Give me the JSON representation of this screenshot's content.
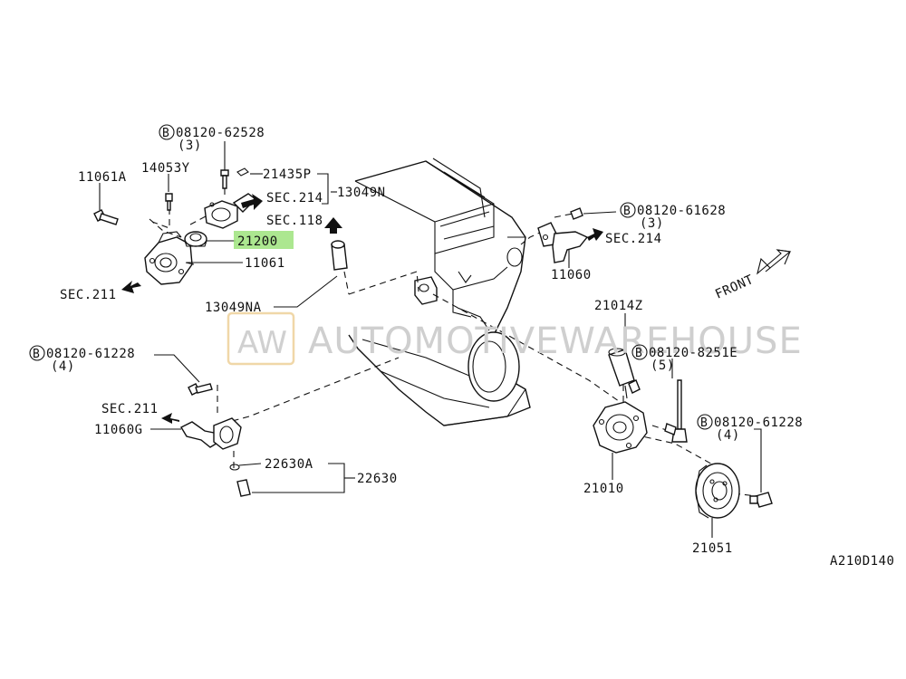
{
  "diagram_id": "A210D140",
  "front_label": "FRONT",
  "watermark": {
    "logo": "AW",
    "text": "AUTOMOTIVEWAREHOUSE"
  },
  "parts": {
    "p11061a": "11061A",
    "p14053y": "14053Y",
    "bolt_top": "08120-62528",
    "bolt_top_qty": "(3)",
    "p21435p": "21435P",
    "sec214_top": "SEC.214",
    "p13049n": "13049N",
    "sec118": "SEC.118",
    "p21200": "21200",
    "p11061": "11061",
    "sec211_left": "SEC.211",
    "p13049na": "13049NA",
    "bolt_right": "08120-61628",
    "bolt_right_qty": "(3)",
    "sec214_right": "SEC.214",
    "p11060": "11060",
    "p21014z": "21014Z",
    "bolt_8251e": "08120-8251E",
    "bolt_8251e_qty": "(5)",
    "bolt_61228_right": "08120-61228",
    "bolt_61228_right_qty": "(4)",
    "bolt_61228_left": "08120-61228",
    "bolt_61228_left_qty": "(4)",
    "sec211_lower": "SEC.211",
    "p11060g": "11060G",
    "p22630a": "22630A",
    "p22630": "22630",
    "p21010": "21010",
    "p21051": "21051"
  },
  "highlight": {
    "part": "21200",
    "color": "#9ee37d"
  },
  "bolt_symbol": "B"
}
